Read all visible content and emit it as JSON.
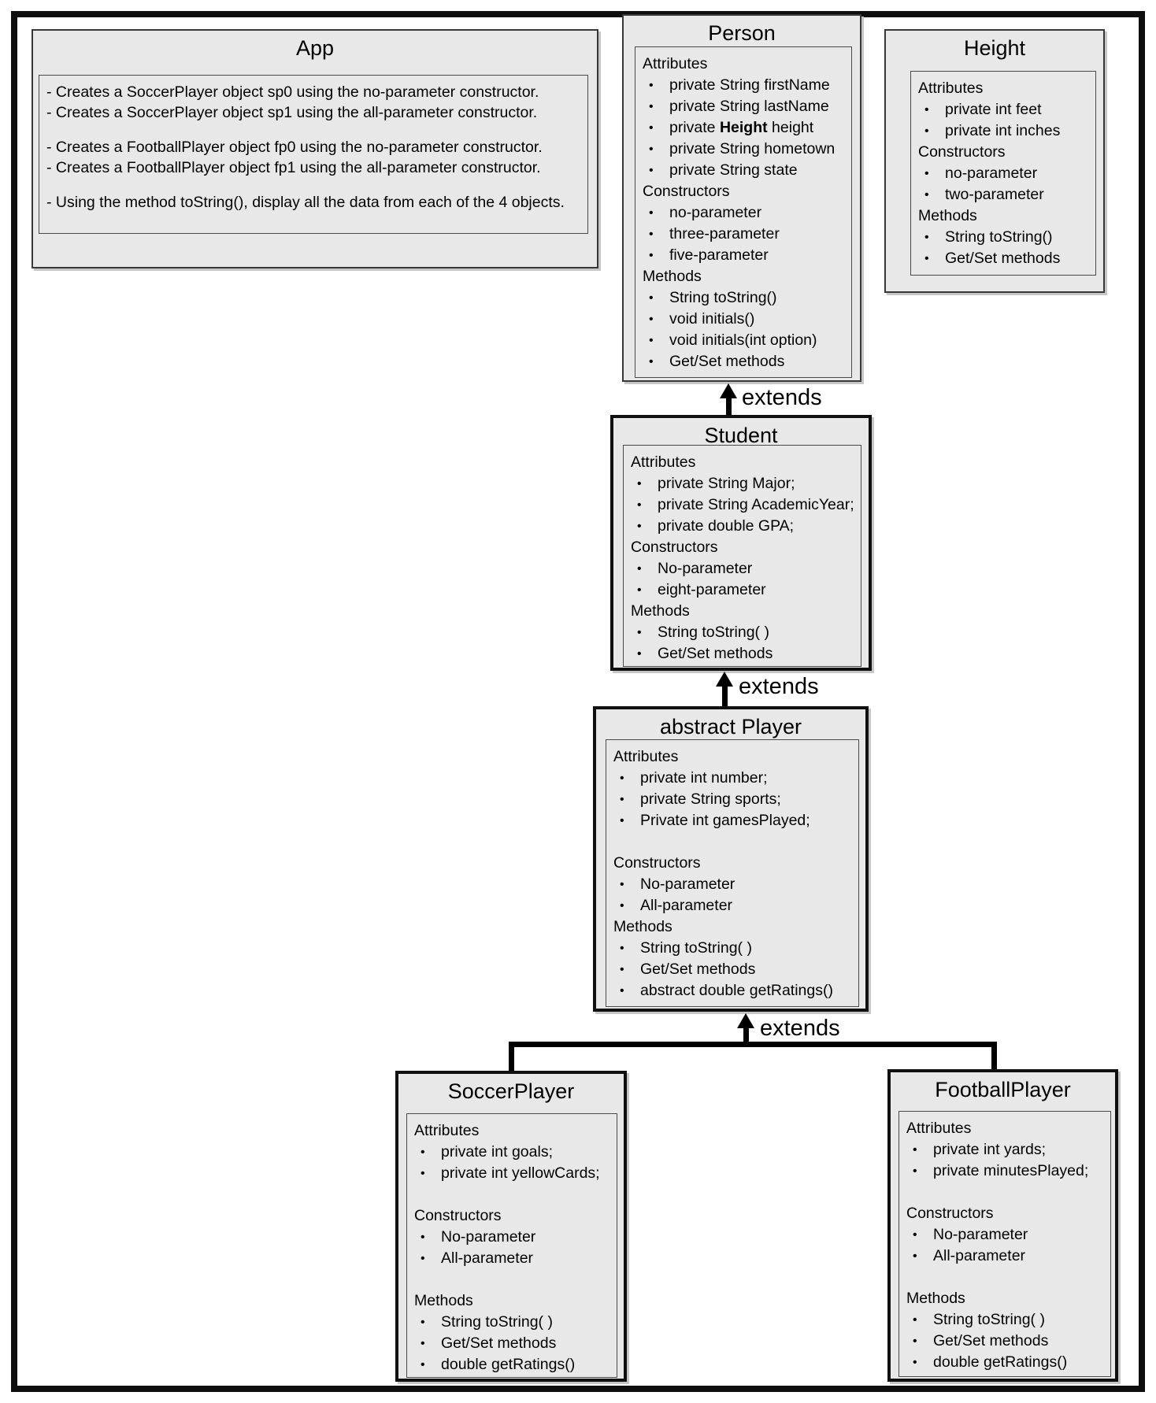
{
  "arrows": [
    {
      "label": "extends"
    },
    {
      "label": "extends"
    },
    {
      "label": "extends"
    }
  ],
  "app": {
    "title": "App",
    "lines": [
      "- Creates a SoccerPlayer object sp0 using the no-parameter constructor.",
      "- Creates a SoccerPlayer object sp1 using the all-parameter constructor.",
      "",
      "- Creates a FootballPlayer object fp0 using the no-parameter constructor.",
      "- Creates a FootballPlayer object fp1 using the all-parameter constructor.",
      "",
      "- Using the method toString(), display all the data from each of the 4 objects."
    ]
  },
  "classes": {
    "person": {
      "title": "Person",
      "sections": [
        {
          "header": "Attributes",
          "items": [
            "private String firstName",
            "private String lastName",
            "private **Height** height",
            "private String hometown",
            "private String state"
          ]
        },
        {
          "header": "Constructors",
          "items": [
            "no-parameter",
            "three-parameter",
            "five-parameter"
          ]
        },
        {
          "header": "Methods",
          "items": [
            "String toString()",
            "void initials()",
            "void initials(int option)",
            "Get/Set methods"
          ]
        }
      ]
    },
    "height": {
      "title": "Height",
      "sections": [
        {
          "header": "Attributes",
          "items": [
            "private int feet",
            "private int inches"
          ]
        },
        {
          "header": "Constructors",
          "items": [
            "no-parameter",
            "two-parameter"
          ]
        },
        {
          "header": "Methods",
          "items": [
            "String toString()",
            "Get/Set methods"
          ]
        }
      ]
    },
    "student": {
      "title": "Student",
      "sections": [
        {
          "header": "Attributes",
          "items": [
            "private String Major;",
            "private String AcademicYear;",
            "private double GPA;"
          ]
        },
        {
          "header": "Constructors",
          "items": [
            "No-parameter",
            "eight-parameter"
          ]
        },
        {
          "header": "Methods",
          "items": [
            "String toString( )",
            "Get/Set methods"
          ]
        }
      ]
    },
    "player": {
      "title": "abstract Player",
      "sections": [
        {
          "header": "Attributes",
          "items": [
            "private int number;",
            "private String sports;",
            "Private int gamesPlayed;"
          ]
        },
        {
          "header": "Constructors",
          "gap_before": true,
          "items": [
            "No-parameter",
            "All-parameter"
          ]
        },
        {
          "header": "Methods",
          "items": [
            "String toString( )",
            "Get/Set methods",
            "abstract double getRatings()"
          ]
        }
      ]
    },
    "soccer": {
      "title": "SoccerPlayer",
      "sections": [
        {
          "header": "Attributes",
          "items": [
            "private int goals;",
            "private int yellowCards;"
          ]
        },
        {
          "header": "Constructors",
          "gap_before": true,
          "items": [
            "No-parameter",
            "All-parameter"
          ]
        },
        {
          "header": "Methods",
          "gap_before": true,
          "items": [
            "String toString( )",
            "Get/Set methods",
            "double getRatings()"
          ]
        }
      ]
    },
    "football": {
      "title": "FootballPlayer",
      "sections": [
        {
          "header": "Attributes",
          "items": [
            "private int yards;",
            "private minutesPlayed;"
          ]
        },
        {
          "header": "Constructors",
          "gap_before": true,
          "items": [
            "No-parameter",
            "All-parameter"
          ]
        },
        {
          "header": "Methods",
          "gap_before": true,
          "items": [
            "String toString( )",
            "Get/Set methods",
            "double getRatings()"
          ]
        }
      ]
    }
  }
}
